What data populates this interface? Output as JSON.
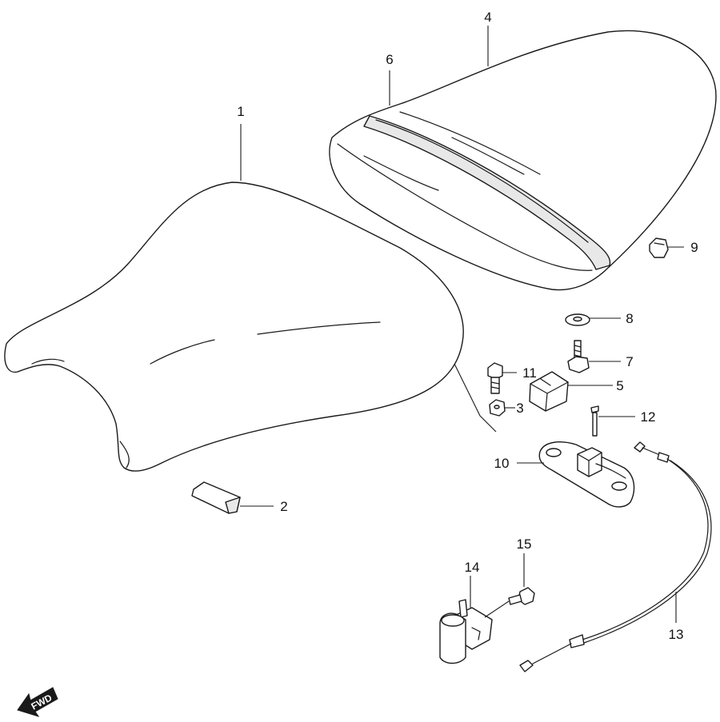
{
  "diagram": {
    "callouts": {
      "c1": "1",
      "c2": "2",
      "c3": "3",
      "c4": "4",
      "c5": "5",
      "c6": "6",
      "c7": "7",
      "c8": "8",
      "c9": "9",
      "c10": "10",
      "c11": "11",
      "c12": "12",
      "c13": "13",
      "c14": "14",
      "c15": "15"
    },
    "fwd_label": "FWD"
  }
}
